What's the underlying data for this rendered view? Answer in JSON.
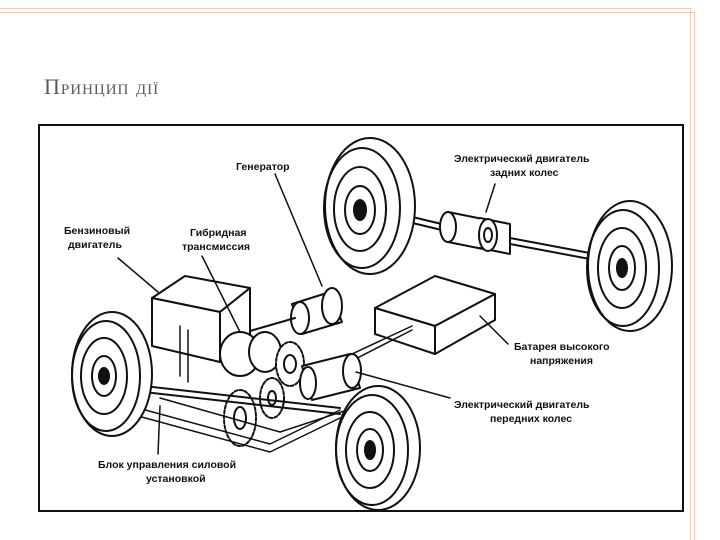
{
  "slide": {
    "title": "Принцип дії"
  },
  "diagram": {
    "labels": {
      "generator": "Генератор",
      "rear_motor_line1": "Электрический двигатель",
      "rear_motor_line2": "задних колес",
      "petrol_engine_line1": "Бензиновый",
      "petrol_engine_line2": "двигатель",
      "hybrid_trans_line1": "Гибридная",
      "hybrid_trans_line2": "трансмиссия",
      "battery_line1": "Батарея высокого",
      "battery_line2": "напряжения",
      "front_motor_line1": "Электрический двигатель",
      "front_motor_line2": "передних колес",
      "control_unit_line1": "Блок управления силовой",
      "control_unit_line2": "установкой"
    }
  },
  "colors": {
    "frame": "#f2c9b8",
    "title_text": "#5a5a5a",
    "ink": "#111111"
  }
}
